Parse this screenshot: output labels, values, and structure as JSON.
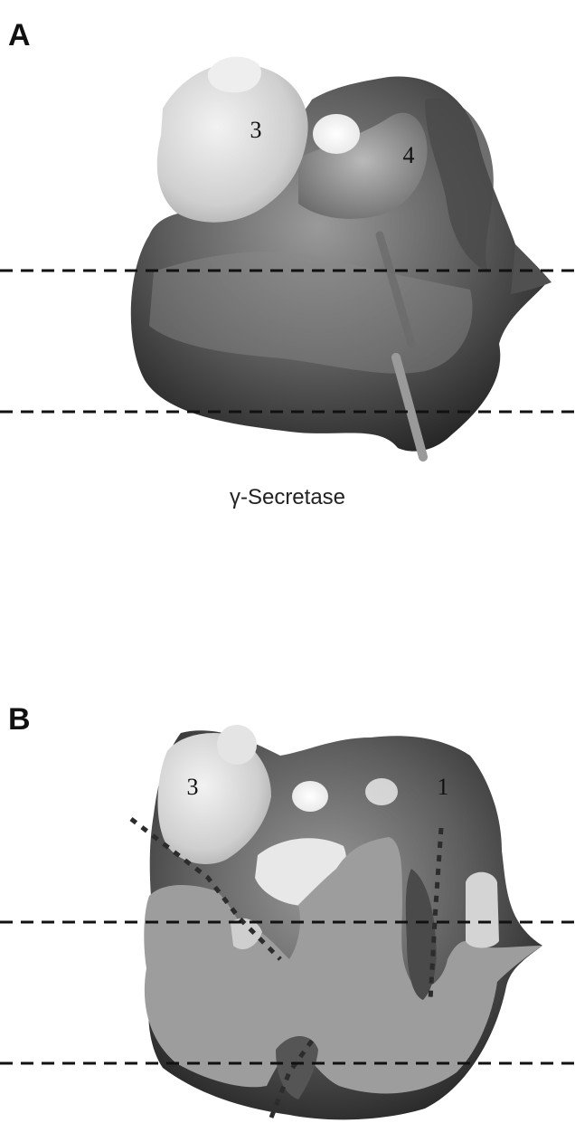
{
  "panels": [
    {
      "letter": "A",
      "subunit_labels": [
        "3",
        "4"
      ],
      "caption": "γ-Secretase"
    },
    {
      "letter": "B",
      "subunit_labels": [
        "3",
        "1"
      ]
    }
  ],
  "colors": {
    "density_dark": "#3c3c3c",
    "density_mid": "#7a7a7a",
    "density_light": "#e2e2e2",
    "cross_section": "#9d9d9d",
    "membrane_boundary": "#111111"
  }
}
